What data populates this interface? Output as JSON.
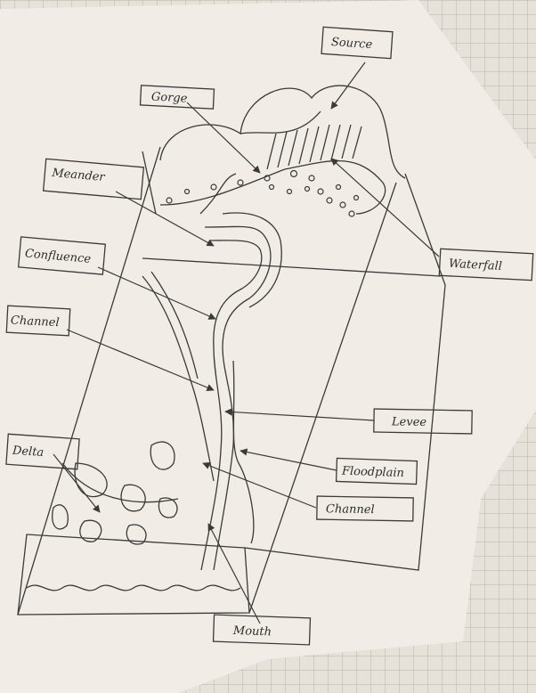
{
  "labels": {
    "source": "Source",
    "gorge": "Gorge",
    "meander": "Meander",
    "waterfall": "Waterfall",
    "confluence": "Confluence",
    "channel_upper": "Channel",
    "levee": "Levee",
    "delta": "Delta",
    "floodplain": "Floodplain",
    "channel_lower": "Channel",
    "mouth": "Mouth"
  },
  "colors": {
    "paper": "#f1ede6",
    "grid_paper": "#e6e1d9",
    "grid_line": "#b9b2a8",
    "pencil": "#3a3a3a"
  }
}
